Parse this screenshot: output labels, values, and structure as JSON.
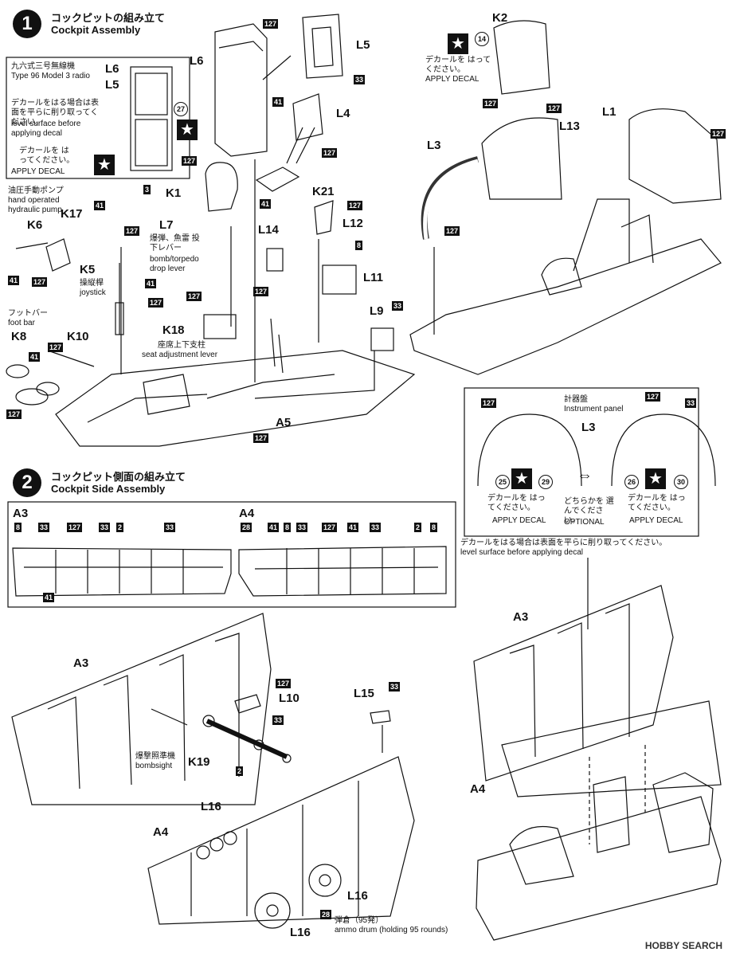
{
  "step1": {
    "number": "1",
    "title_jp": "コックピットの組み立て",
    "title_en": "Cockpit Assembly"
  },
  "step2": {
    "number": "2",
    "title_jp": "コックピット側面の組み立て",
    "title_en": "Cockpit Side Assembly"
  },
  "radio_inset": {
    "title_jp": "九六式三号無線機",
    "title_en": "Type 96 Model 3 radio",
    "note_jp": "デカールをはる場合は表面を平らに削り取ってください。",
    "note_en": "level surface before applying decal",
    "decal_jp": "デカールを はってください。",
    "decal_en": "APPLY DECAL",
    "decal_no": "27",
    "parts": [
      "L6",
      "L5"
    ]
  },
  "labels": {
    "hand_pump_jp": "油圧手動ポンプ",
    "hand_pump_en": "hand operated hydraulic pump",
    "joystick_jp": "操縦桿",
    "joystick_en": "joystick",
    "foot_bar_jp": "フットバー",
    "foot_bar_en": "foot bar",
    "bomb_lever_jp": "爆弾、魚雷 投下レバー",
    "bomb_lever_en": "bomb/torpedo drop lever",
    "seat_lever_jp": "座席上下支柱",
    "seat_lever_en": "seat adjustment lever",
    "bombsight_jp": "爆撃照準機",
    "bombsight_en": "bombsight",
    "ammo_jp": "弾倉（95発）",
    "ammo_en": "ammo drum (holding 95 rounds)",
    "apply_decal_jp": "デカールを はってください。",
    "apply_decal_en": "APPLY DECAL",
    "k2_decal_no": "14"
  },
  "parts": [
    "L6",
    "L5",
    "L4",
    "K21",
    "K1",
    "L7",
    "K17",
    "K6",
    "K5",
    "K8",
    "K10",
    "K18",
    "L14",
    "L12",
    "L11",
    "L9",
    "A5",
    "K2",
    "L13",
    "L1",
    "L3",
    "A3",
    "A4",
    "L10",
    "K19",
    "L15",
    "L16"
  ],
  "paint_codes": [
    "127",
    "33",
    "41",
    "3",
    "8",
    "2",
    "28"
  ],
  "l3_panel": {
    "part": "L3",
    "legend_jp": "計器盤",
    "legend_en": "Instrument panel",
    "left_decals": [
      "25",
      "29"
    ],
    "right_decals": [
      "26",
      "30"
    ],
    "optional_jp": "どちらかを 選んでください。",
    "optional_en": "OPTIONAL",
    "apply_jp": "デカールを はってください。",
    "apply_en": "APPLY DECAL",
    "note_jp": "デカールをはる場合は表面を平らに削り取ってください。",
    "note_en": "level surface before applying decal"
  },
  "watermark": "HOBBY SEARCH"
}
